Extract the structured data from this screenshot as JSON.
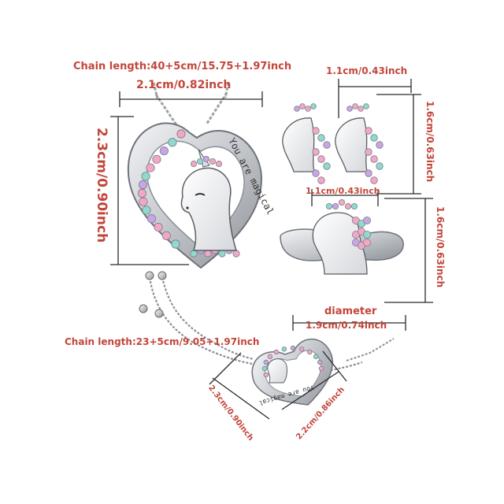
{
  "labels": {
    "necklace_chain": "Chain length:40+5cm/15.75+1.97inch",
    "necklace_width": "2.1cm/0.82inch",
    "necklace_height": "2.3cm/0.90inch",
    "earring_width": "1.1cm/0.43inch",
    "earring_height": "1.6cm/0.63inch",
    "ring_width": "1.1cm/0.43inch",
    "ring_height": "1.6cm/0.63inch",
    "ring_diameter_word": "diameter",
    "ring_diameter": "1.9cm/0.74inch",
    "bracelet_chain": "Chain length:23+5cm/9.05+1.97inch",
    "bracelet_left": "2.3cm/0.90inch",
    "bracelet_right": "2.2cm/0.86inch"
  },
  "engraving": {
    "necklace_text": "You are magical",
    "bracelet_text": "You are magical"
  },
  "colors": {
    "annotation": "#c2463a",
    "measure_line": "#2b2b2b",
    "silver": "#c9ccd1",
    "pink_stone": "#f2a7c6",
    "teal_stone": "#8fd9cf",
    "purple_stone": "#c7a5e6"
  }
}
